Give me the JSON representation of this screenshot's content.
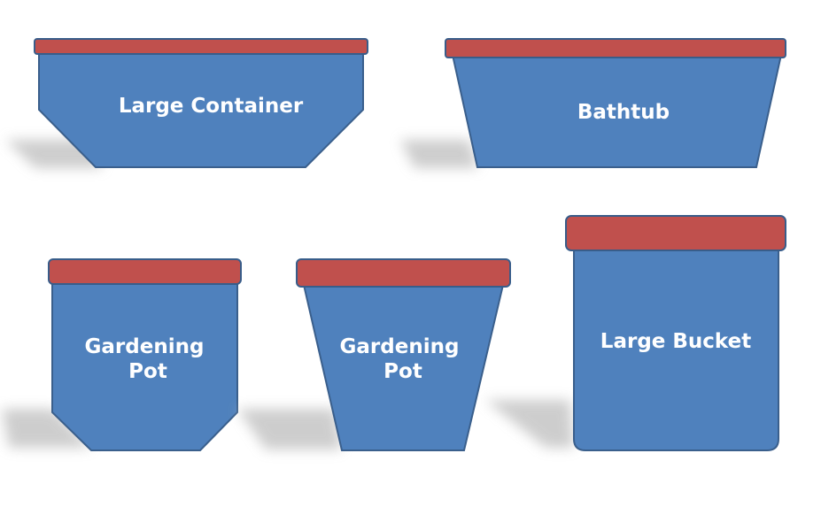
{
  "colors": {
    "body_fill": "#4f81bd",
    "body_stroke": "#3a5f8c",
    "rim_fill": "#c0504d",
    "rim_stroke": "#385d8a",
    "label_color": "#ffffff"
  },
  "containers": [
    {
      "name": "large-container",
      "label_lines": [
        "Large Container"
      ]
    },
    {
      "name": "bathtub",
      "label_lines": [
        "Bathtub"
      ]
    },
    {
      "name": "gardening-pot-straight",
      "label_lines": [
        "Gardening",
        "Pot"
      ]
    },
    {
      "name": "gardening-pot-tapered",
      "label_lines": [
        "Gardening",
        "Pot"
      ]
    },
    {
      "name": "large-bucket",
      "label_lines": [
        "Large Bucket"
      ]
    }
  ]
}
